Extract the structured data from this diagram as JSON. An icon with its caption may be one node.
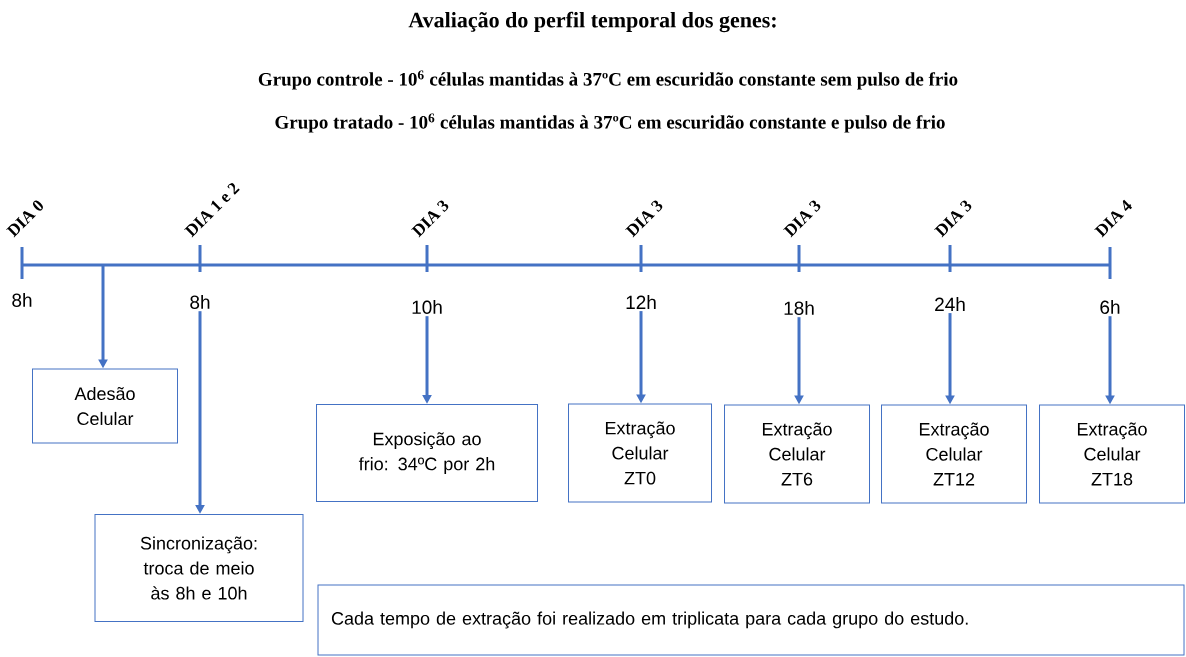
{
  "diagram": {
    "title": "Avaliação do perfil temporal dos genes:",
    "nodes": [
      {
        "text": [
          "Adesão Celular"
        ]
      },
      {
        "text": [
          "Sincronização: troca de meio às 8h e 10h"
        ]
      },
      {
        "text": [
          "Exposição ao frio: 34ºC por 2h"
        ]
      },
      {
        "text": [
          "Extração Celular ZT0"
        ]
      },
      {
        "text": [
          "Extração Celular ZT6"
        ]
      },
      {
        "text": [
          "Extração Celular ZT12"
        ]
      },
      {
        "text": [
          "Extração Celular ZT18"
        ]
      },
      {
        "text": [
          "Cada tempo de extração foi realizado em triplicata para cada grupo do estudo."
        ]
      },
      {
        "text": [
          "8h"
        ]
      },
      {
        "text": [
          "10h"
        ]
      },
      {
        "text": [
          "12h"
        ]
      },
      {
        "text": [
          "18h"
        ]
      },
      {
        "text": [
          "24h"
        ]
      },
      {
        "text": [
          "6h"
        ]
      }
    ],
    "edges": [
      {
        "from": null,
        "to": 0,
        "arrow": "to"
      },
      {
        "from": 8,
        "to": 1,
        "arrow": "to"
      },
      {
        "from": 9,
        "to": 2,
        "arrow": "to"
      },
      {
        "from": 10,
        "to": 3,
        "arrow": "to"
      },
      {
        "from": 11,
        "to": 4,
        "arrow": "to"
      },
      {
        "from": 12,
        "to": 5,
        "arrow": "to"
      },
      {
        "from": 13,
        "to": 6,
        "arrow": "to"
      }
    ],
    "labels": [
      "Grupo controle - 10$^{6}$ células mantidas à 37ºC em escuridão constante sem pulso de frio",
      "Grupo tratado - 10$^{6}$ células mantidas à 37ºC em escuridão constante e pulso de frio",
      "DIA 0",
      "DIA 1 e 2",
      "DIA 3",
      "DIA 3",
      "DIA 3",
      "DIA 3",
      "DIA 4",
      "8h"
    ]
  }
}
